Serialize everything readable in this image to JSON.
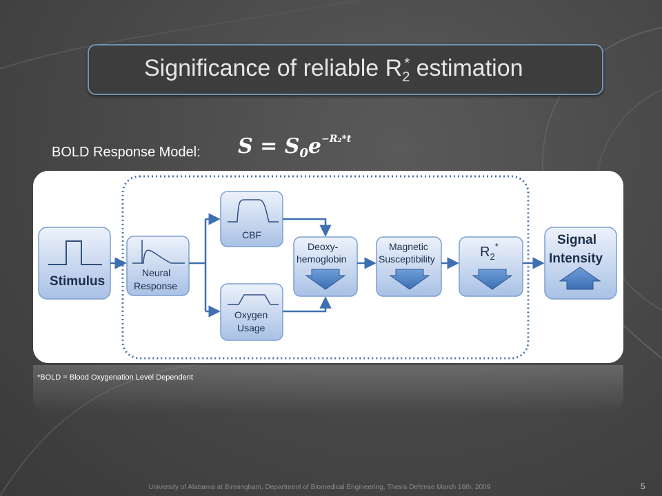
{
  "slide": {
    "title_main": "Significance of reliable R",
    "title_sub": "2",
    "title_sup": "*",
    "title_end": " estimation",
    "model_label": "BOLD Response Model:",
    "equation": {
      "lhs": "S",
      "eq": "=",
      "s0": "S",
      "s0_sub": "0",
      "e": "e",
      "exponent": "−R₂*t"
    },
    "footnote": "*BOLD = Blood Oxygenation Level Dependent",
    "footer": "University of Alabama at Birmingham, Department of Biomedical Engineering, Thesis Defense March 16th, 2009",
    "page_number": "5"
  },
  "diagram": {
    "stimulus": "Stimulus",
    "neural_1": "Neural",
    "neural_2": "Response",
    "cbf": "CBF",
    "oxygen_1": "Oxygen",
    "oxygen_2": "Usage",
    "deoxy_1": "Deoxy-",
    "deoxy_2": "hemoglobin",
    "magnetic_1": "Magnetic",
    "magnetic_2": "Susceptibility",
    "r2": "R",
    "r2_sub": "2",
    "r2_sup": "*",
    "signal_1": "Signal",
    "signal_2": "Intensity"
  },
  "colors": {
    "node_fill_top": "#e9f0fa",
    "node_fill_bottom": "#aec4e6",
    "node_stroke": "#7b9fd0",
    "arrow": "#3e6fb1",
    "title_border": "#6f95b3"
  }
}
